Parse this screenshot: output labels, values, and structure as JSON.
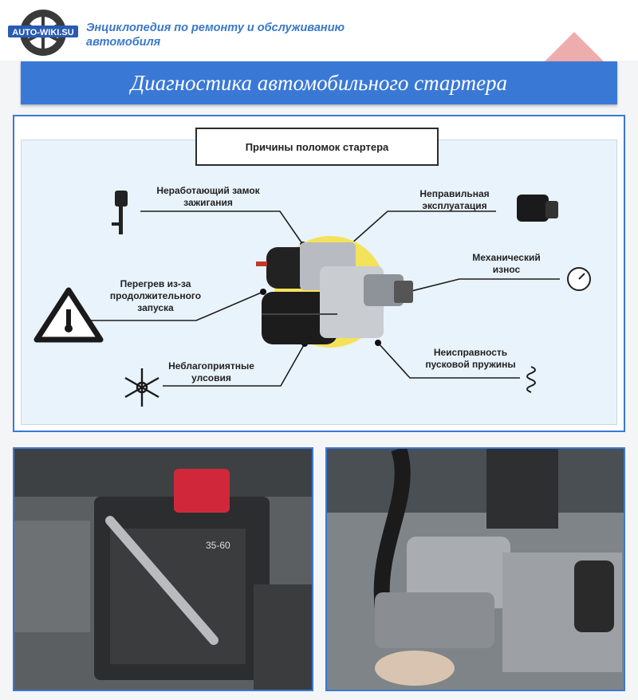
{
  "header": {
    "logo_text": "AUTO-WIKI.SU",
    "tagline": "Энциклопедия по ремонту и обслуживанию автомобиля",
    "title": "Диагностика автомобильного стартера"
  },
  "diagram": {
    "heading": "Причины поломок стартера",
    "causes": [
      {
        "id": "ignition",
        "label": "Неработающий замок зажигания",
        "icon": "car-key-icon"
      },
      {
        "id": "overheat",
        "label": "Перегрев из-за продолжительного запуска",
        "icon": "warning-thermometer-icon"
      },
      {
        "id": "weather",
        "label": "Неблагоприятные улсовия",
        "icon": "snowflake-icon"
      },
      {
        "id": "misuse",
        "label": "Неправильная эксплуатация",
        "icon": "starter-part-icon"
      },
      {
        "id": "wear",
        "label": "Механический износ",
        "icon": "gauge-icon"
      },
      {
        "id": "spring",
        "label": "Неисправность пусковой пружины",
        "icon": "spring-icon"
      }
    ],
    "central_image": "starter-motor"
  },
  "photos": [
    {
      "id": "battery",
      "subject": "car battery with wrench",
      "icon": "battery-photo",
      "label_text": "35-60"
    },
    {
      "id": "starter",
      "subject": "starter motor installed in engine bay",
      "icon": "engine-photo"
    }
  ],
  "colors": {
    "accent": "#3a78d6",
    "tagline": "#3a78c9",
    "panel": "#e9f3fb",
    "highlight": "#f3e25a"
  }
}
